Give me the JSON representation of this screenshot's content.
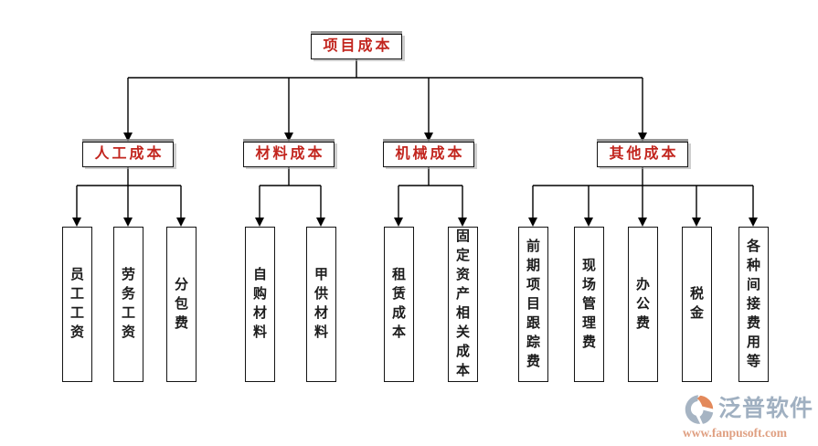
{
  "diagram": {
    "root_label": "项目成本",
    "branches": [
      {
        "label": "人工成本",
        "children": [
          "员工工资",
          "劳务工资",
          "分包费"
        ]
      },
      {
        "label": "材料成本",
        "children": [
          "自购材料",
          "甲供材料"
        ]
      },
      {
        "label": "机械成本",
        "children": [
          "租赁成本",
          "固定资产相关成本"
        ]
      },
      {
        "label": "其他成本",
        "children": [
          "前期项目跟踪费",
          "现场管理费",
          "办公费",
          "税金",
          "各种间接费用等"
        ]
      }
    ]
  },
  "colors": {
    "node_text": "#c2251e",
    "leaf_text": "#1c1c1c",
    "line": "#000000",
    "brand_text": "#8c9fb4",
    "brand_url": "#d98a66",
    "logo_orange": "#dd7038",
    "logo_gray": "#93a4b6"
  },
  "watermark": {
    "brand": "泛普软件",
    "url": "www.fanpusoft.com"
  }
}
